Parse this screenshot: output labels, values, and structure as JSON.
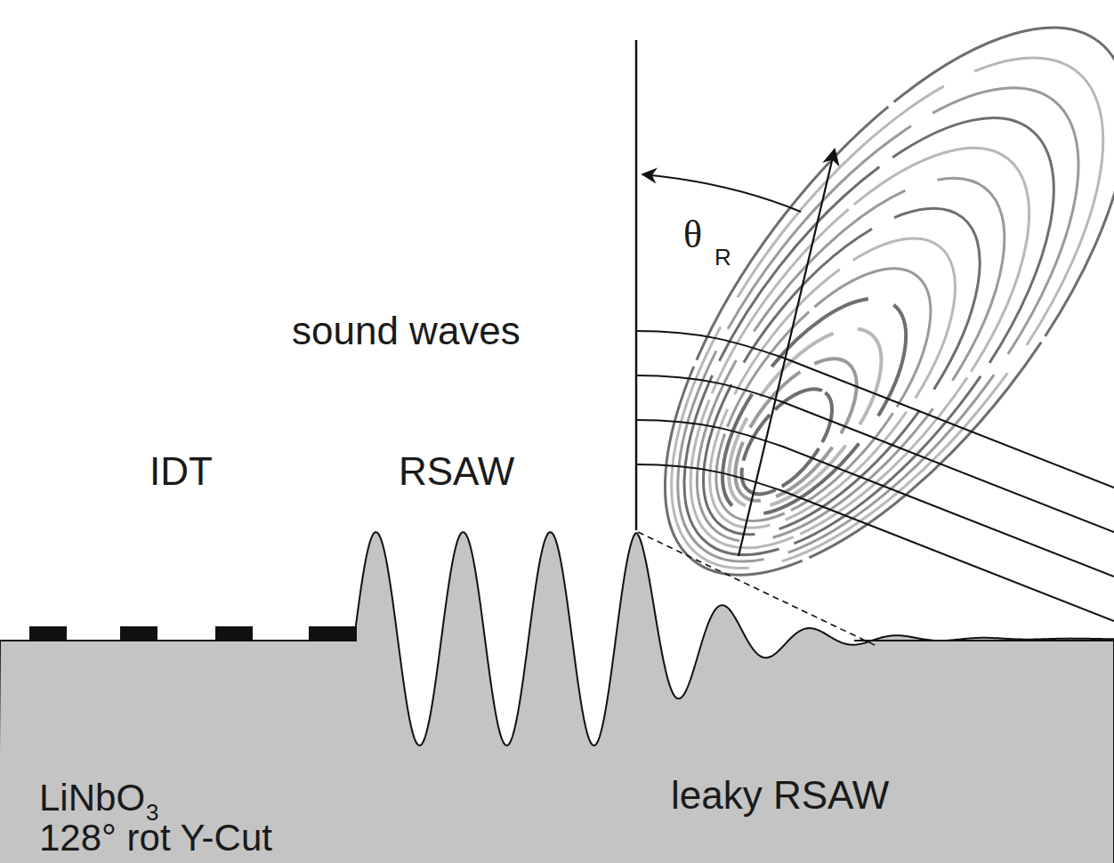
{
  "diagram": {
    "labels": [
      "IDT",
      "RSAW",
      "sound waves",
      "θ",
      "R",
      "LiNbO",
      "3",
      "128° rot Y-Cut",
      "leaky RSAW"
    ]
  }
}
